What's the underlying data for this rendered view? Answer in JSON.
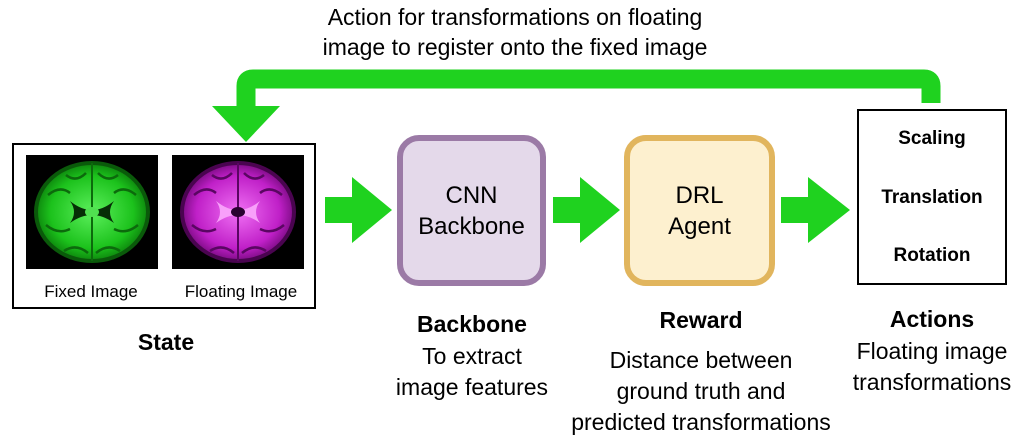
{
  "feedback_caption": [
    "Action for transformations on floating",
    "image to register onto the fixed image"
  ],
  "state": {
    "fixed_image_label": "Fixed Image",
    "floating_image_label": "Floating Image",
    "title": "State"
  },
  "backbone": {
    "module_lines": [
      "CNN",
      "Backbone"
    ],
    "title": "Backbone",
    "description_lines": [
      "To extract",
      "image features"
    ]
  },
  "agent": {
    "module_lines": [
      "DRL",
      "Agent"
    ]
  },
  "reward": {
    "title": "Reward",
    "description_lines": [
      "Distance between",
      "ground truth and",
      "predicted transformations"
    ]
  },
  "actions": {
    "items": [
      "Scaling",
      "Translation",
      "Rotation"
    ],
    "title": "Actions",
    "description_lines": [
      "Floating image",
      "transformations"
    ]
  },
  "colors": {
    "arrow_green": "#1fd21f",
    "cnn_border": "#9b7aa6",
    "cnn_fill": "#e4d9ea",
    "drl_border": "#e1b55d",
    "drl_fill": "#fdf0cf",
    "fixed_image_tint": "#35e835",
    "floating_image_tint": "#e040e8"
  }
}
